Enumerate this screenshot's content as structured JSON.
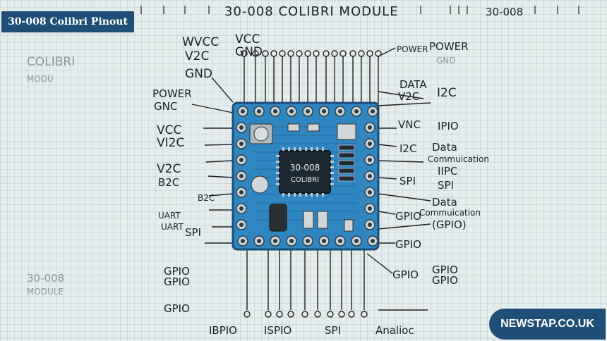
{
  "badge": {
    "title": "30-008 Colibri Pinout",
    "brand": "NEWSTAP.CO.UK"
  },
  "header": {
    "title": "30-008 COLIBRI MODULE",
    "right_label": "30-008"
  },
  "chip_label": {
    "line1": "30-008",
    "line2": "COLIBRI"
  },
  "side_labels": {
    "colibri": "COLIBRI",
    "modu": "MODU",
    "module_30": "30-008",
    "module": "MODULE"
  },
  "left_labels": {
    "wvcc": "WVCC",
    "v2c_top": "V2C",
    "vcc_top": "VCC",
    "gnd_top": "GND",
    "gnd": "GND",
    "power": "POWER",
    "gnc": "GNC",
    "vcc": "VCC",
    "vi2c": "VI2C",
    "v2c": "V2C",
    "b2c": "B2C",
    "b2c_b": "B2C",
    "uart": "UART",
    "uart_b": "UART",
    "spi": "SPI",
    "gpio_a": "GPIO",
    "gpio_b": "GPIO",
    "gpio_c": "GPIO"
  },
  "right_labels": {
    "power_small": "POWER",
    "power": "POWER",
    "gnd": "GND",
    "data": "DATA",
    "v2c": "V2C",
    "i2c_a": "I2C",
    "vnc": "VNC",
    "ipio": "IPIO",
    "i2c_b": "I2C",
    "data_comm_1": "Data",
    "data_comm_2": "Commuication",
    "iipc": "IIPC",
    "spi_a": "SPI",
    "spi_b": "SPI",
    "data_comm_3": "Data",
    "data_comm_4": "Commuication",
    "gpio_paren": "(GPIO)",
    "gpio_c": "GPIO",
    "gpio_d": "GPIO",
    "gpio_e": "GPIO",
    "gpio_f": "GPIO",
    "gpio_g": "GPIO"
  },
  "bottom_labels": {
    "ibpio": "IBPIO",
    "ispio": "ISPIO",
    "spi": "SPI",
    "analog": "Analioc"
  },
  "colors": {
    "board": "#2f86c0",
    "board_edge": "#1b4f79",
    "chip": "#1e2a33",
    "badge": "#1f4e76"
  }
}
